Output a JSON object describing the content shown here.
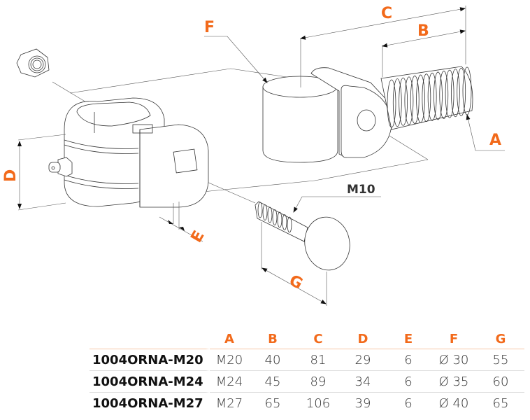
{
  "drawing": {
    "dimension_labels": {
      "A": "A",
      "B": "B",
      "C": "C",
      "D": "D",
      "E": "E",
      "F": "F",
      "G": "G"
    },
    "bolt_label": "M10",
    "parts": [
      "lock-nut",
      "hinge-collar",
      "grease-nipple",
      "pin-cylinder",
      "threaded-hinge-eye",
      "carriage-bolt"
    ],
    "colors": {
      "label": "#f26a1b",
      "line": "#333333"
    }
  },
  "table": {
    "headers": [
      "A",
      "B",
      "C",
      "D",
      "E",
      "F",
      "G"
    ],
    "rows": [
      {
        "code": "1004ORNA-M20",
        "values": [
          "M20",
          "40",
          "81",
          "29",
          "6",
          "Ø 30",
          "55"
        ]
      },
      {
        "code": "1004ORNA-M24",
        "values": [
          "M24",
          "45",
          "89",
          "34",
          "6",
          "Ø 35",
          "60"
        ]
      },
      {
        "code": "1004ORNA-M27",
        "values": [
          "M27",
          "65",
          "106",
          "39",
          "6",
          "Ø 40",
          "65"
        ]
      }
    ],
    "colors": {
      "header": "#f26a1b",
      "header_rule": "#f6c7a7",
      "row_rule": "#dcdcdc"
    }
  }
}
